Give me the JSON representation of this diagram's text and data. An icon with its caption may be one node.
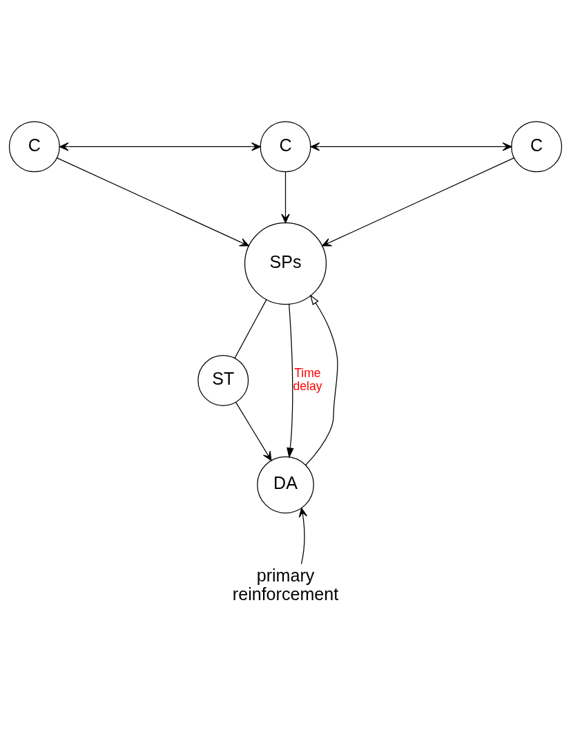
{
  "diagram": {
    "nodes": [
      {
        "text": [
          "C"
        ]
      },
      {
        "text": [
          "C"
        ]
      },
      {
        "text": [
          "C"
        ]
      },
      {
        "text": [
          "SPs"
        ]
      },
      {
        "text": [
          "ST"
        ]
      },
      {
        "text": [
          "DA"
        ]
      },
      {
        "text": [
          "primary reinforcement"
        ]
      }
    ],
    "edges": [
      {
        "from": 0,
        "to": 1,
        "arrow": "both"
      },
      {
        "from": 1,
        "to": 2,
        "arrow": "both"
      },
      {
        "from": 0,
        "to": 3,
        "arrow": "to"
      },
      {
        "from": 1,
        "to": 3,
        "arrow": "to"
      },
      {
        "from": 2,
        "to": 3,
        "arrow": "to"
      },
      {
        "from": 3,
        "to": 4,
        "arrow": "none"
      },
      {
        "from": 4,
        "to": 5,
        "arrow": "to"
      },
      {
        "from": 3,
        "to": 5,
        "arrow": "to",
        "label": "Time delay"
      },
      {
        "from": 5,
        "to": 3,
        "arrow": "to"
      },
      {
        "from": 6,
        "to": 5,
        "arrow": "to"
      }
    ]
  }
}
